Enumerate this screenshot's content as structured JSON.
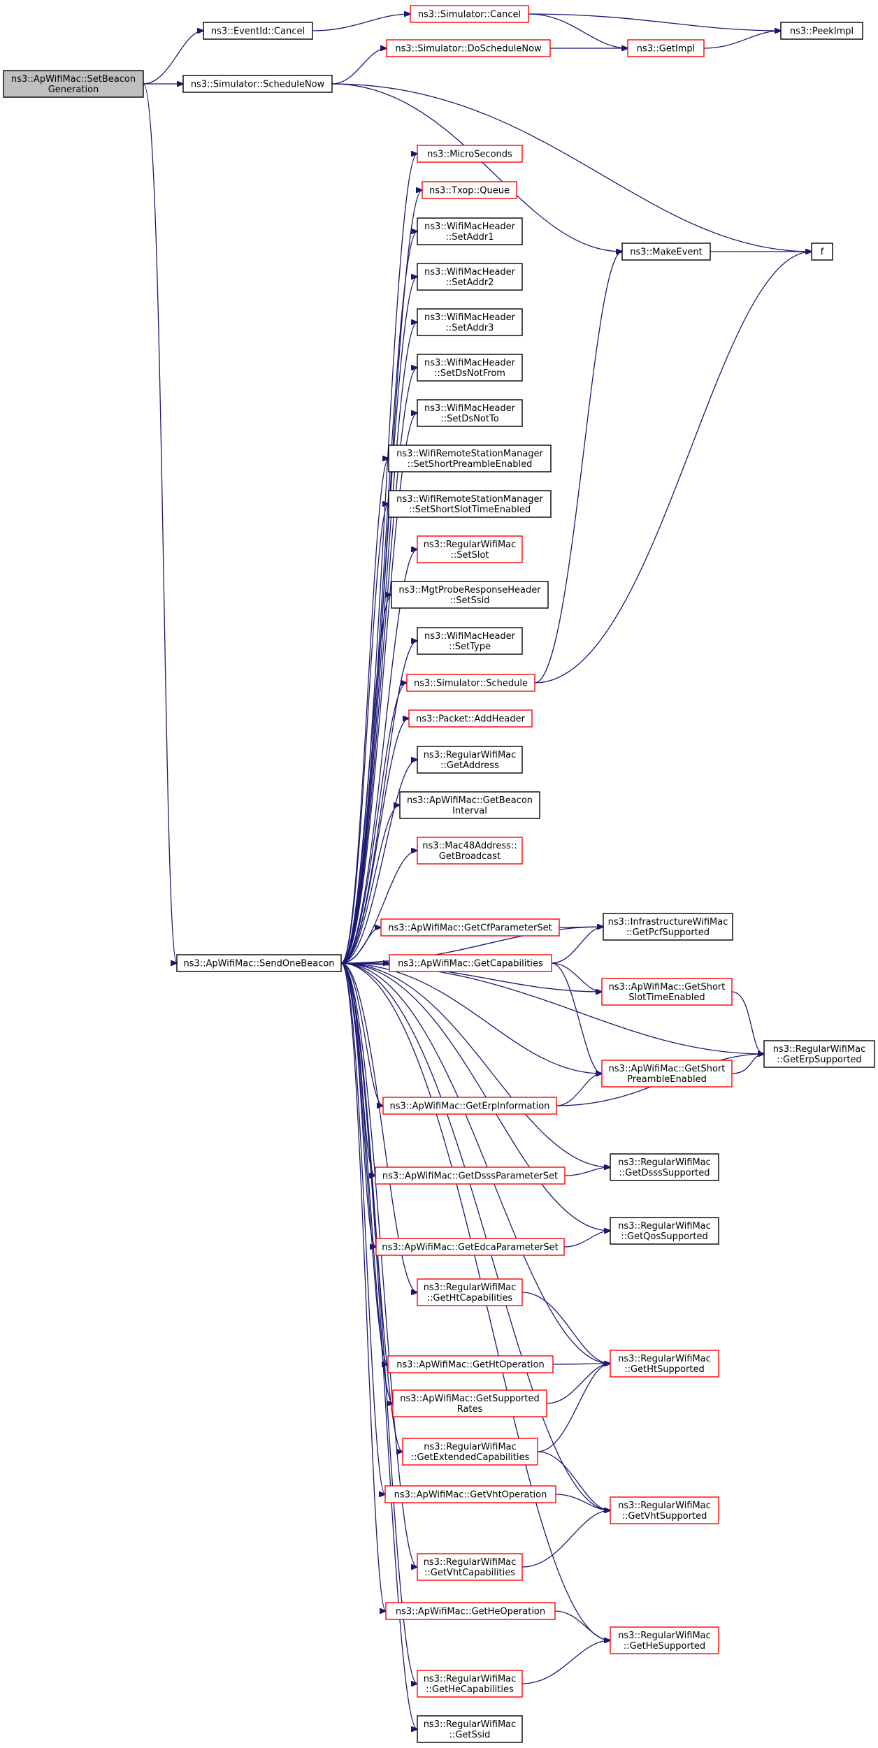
{
  "colors": {
    "edge": "#191970",
    "border_plain": "#000000",
    "border_incomplete": "#ff0000",
    "root_fill": "#bfbfbf"
  },
  "nodes": [
    {
      "id": "setbeacon",
      "lines": [
        "ns3::ApWifiMac::SetBeacon",
        "Generation"
      ],
      "style": "root"
    },
    {
      "id": "eventid_cancel",
      "lines": [
        "ns3::EventId::Cancel"
      ],
      "style": "black"
    },
    {
      "id": "sim_cancel",
      "lines": [
        "ns3::Simulator::Cancel"
      ],
      "style": "red"
    },
    {
      "id": "peekimpl",
      "lines": [
        "ns3::PeekImpl"
      ],
      "style": "black"
    },
    {
      "id": "sim_doschedulenow",
      "lines": [
        "ns3::Simulator::DoScheduleNow"
      ],
      "style": "red"
    },
    {
      "id": "getimpl",
      "lines": [
        "ns3::GetImpl"
      ],
      "style": "red"
    },
    {
      "id": "sim_schedulenow",
      "lines": [
        "ns3::Simulator::ScheduleNow"
      ],
      "style": "black"
    },
    {
      "id": "makeevent",
      "lines": [
        "ns3::MakeEvent"
      ],
      "style": "black"
    },
    {
      "id": "f",
      "lines": [
        "f"
      ],
      "style": "black"
    },
    {
      "id": "microseconds",
      "lines": [
        "ns3::MicroSeconds"
      ],
      "style": "red"
    },
    {
      "id": "txop_queue",
      "lines": [
        "ns3::Txop::Queue"
      ],
      "style": "red"
    },
    {
      "id": "setaddr1",
      "lines": [
        "ns3::WifiMacHeader",
        "::SetAddr1"
      ],
      "style": "black"
    },
    {
      "id": "setaddr2",
      "lines": [
        "ns3::WifiMacHeader",
        "::SetAddr2"
      ],
      "style": "black"
    },
    {
      "id": "setaddr3",
      "lines": [
        "ns3::WifiMacHeader",
        "::SetAddr3"
      ],
      "style": "black"
    },
    {
      "id": "setdsnotfrom",
      "lines": [
        "ns3::WifiMacHeader",
        "::SetDsNotFrom"
      ],
      "style": "black"
    },
    {
      "id": "setdsnotto",
      "lines": [
        "ns3::WifiMacHeader",
        "::SetDsNotTo"
      ],
      "style": "black"
    },
    {
      "id": "setshortpreamble",
      "lines": [
        "ns3::WifiRemoteStationManager",
        "::SetShortPreambleEnabled"
      ],
      "style": "black"
    },
    {
      "id": "setshortslot",
      "lines": [
        "ns3::WifiRemoteStationManager",
        "::SetShortSlotTimeEnabled"
      ],
      "style": "black"
    },
    {
      "id": "setslot",
      "lines": [
        "ns3::RegularWifiMac",
        "::SetSlot"
      ],
      "style": "red"
    },
    {
      "id": "setssid",
      "lines": [
        "ns3::MgtProbeResponseHeader",
        "::SetSsid"
      ],
      "style": "black"
    },
    {
      "id": "settype",
      "lines": [
        "ns3::WifiMacHeader",
        "::SetType"
      ],
      "style": "black"
    },
    {
      "id": "sim_schedule",
      "lines": [
        "ns3::Simulator::Schedule"
      ],
      "style": "red"
    },
    {
      "id": "addheader",
      "lines": [
        "ns3::Packet::AddHeader"
      ],
      "style": "red"
    },
    {
      "id": "getaddress",
      "lines": [
        "ns3::RegularWifiMac",
        "::GetAddress"
      ],
      "style": "black"
    },
    {
      "id": "getbeaconinterval",
      "lines": [
        "ns3::ApWifiMac::GetBeacon",
        "Interval"
      ],
      "style": "black"
    },
    {
      "id": "getbroadcast",
      "lines": [
        "ns3::Mac48Address::",
        "GetBroadcast"
      ],
      "style": "red"
    },
    {
      "id": "getcfparam",
      "lines": [
        "ns3::ApWifiMac::GetCfParameterSet"
      ],
      "style": "red"
    },
    {
      "id": "getpcfsupported",
      "lines": [
        "ns3::InfrastructureWifiMac",
        "::GetPcfSupported"
      ],
      "style": "black"
    },
    {
      "id": "sendonebeacon",
      "lines": [
        "ns3::ApWifiMac::SendOneBeacon"
      ],
      "style": "black"
    },
    {
      "id": "getcapabilities",
      "lines": [
        "ns3::ApWifiMac::GetCapabilities"
      ],
      "style": "red"
    },
    {
      "id": "getshortslot",
      "lines": [
        "ns3::ApWifiMac::GetShort",
        "SlotTimeEnabled"
      ],
      "style": "red"
    },
    {
      "id": "geterpsupported",
      "lines": [
        "ns3::RegularWifiMac",
        "::GetErpSupported"
      ],
      "style": "black"
    },
    {
      "id": "getshortpreamble",
      "lines": [
        "ns3::ApWifiMac::GetShort",
        "PreambleEnabled"
      ],
      "style": "red"
    },
    {
      "id": "geterpinfo",
      "lines": [
        "ns3::ApWifiMac::GetErpInformation"
      ],
      "style": "red"
    },
    {
      "id": "getdsssparam",
      "lines": [
        "ns3::ApWifiMac::GetDsssParameterSet"
      ],
      "style": "red"
    },
    {
      "id": "getdssssupported",
      "lines": [
        "ns3::RegularWifiMac",
        "::GetDsssSupported"
      ],
      "style": "black"
    },
    {
      "id": "getedcaparam",
      "lines": [
        "ns3::ApWifiMac::GetEdcaParameterSet"
      ],
      "style": "red"
    },
    {
      "id": "getqossupported",
      "lines": [
        "ns3::RegularWifiMac",
        "::GetQosSupported"
      ],
      "style": "black"
    },
    {
      "id": "gethtcap",
      "lines": [
        "ns3::RegularWifiMac",
        "::GetHtCapabilities"
      ],
      "style": "red"
    },
    {
      "id": "gethtoperation",
      "lines": [
        "ns3::ApWifiMac::GetHtOperation"
      ],
      "style": "red"
    },
    {
      "id": "gethtsupported",
      "lines": [
        "ns3::RegularWifiMac",
        "::GetHtSupported"
      ],
      "style": "red"
    },
    {
      "id": "getsupportedrates",
      "lines": [
        "ns3::ApWifiMac::GetSupported",
        "Rates"
      ],
      "style": "red"
    },
    {
      "id": "getextcap",
      "lines": [
        "ns3::RegularWifiMac",
        "::GetExtendedCapabilities"
      ],
      "style": "red"
    },
    {
      "id": "getvhtoperation",
      "lines": [
        "ns3::ApWifiMac::GetVhtOperation"
      ],
      "style": "red"
    },
    {
      "id": "getvhtsupported",
      "lines": [
        "ns3::RegularWifiMac",
        "::GetVhtSupported"
      ],
      "style": "red"
    },
    {
      "id": "getvhtcap",
      "lines": [
        "ns3::RegularWifiMac",
        "::GetVhtCapabilities"
      ],
      "style": "red"
    },
    {
      "id": "getheoperation",
      "lines": [
        "ns3::ApWifiMac::GetHeOperation"
      ],
      "style": "red"
    },
    {
      "id": "gethesupported",
      "lines": [
        "ns3::RegularWifiMac",
        "::GetHeSupported"
      ],
      "style": "red"
    },
    {
      "id": "gethecap",
      "lines": [
        "ns3::RegularWifiMac",
        "::GetHeCapabilities"
      ],
      "style": "red"
    },
    {
      "id": "getssid",
      "lines": [
        "ns3::RegularWifiMac",
        "::GetSsid"
      ],
      "style": "black"
    }
  ],
  "edges": [
    [
      "setbeacon",
      "eventid_cancel"
    ],
    [
      "setbeacon",
      "sim_schedulenow"
    ],
    [
      "setbeacon",
      "sendonebeacon"
    ],
    [
      "eventid_cancel",
      "sim_cancel"
    ],
    [
      "sim_cancel",
      "peekimpl"
    ],
    [
      "sim_cancel",
      "getimpl"
    ],
    [
      "sim_doschedulenow",
      "getimpl"
    ],
    [
      "getimpl",
      "peekimpl"
    ],
    [
      "sim_schedulenow",
      "sim_doschedulenow"
    ],
    [
      "sim_schedulenow",
      "makeevent"
    ],
    [
      "sim_schedulenow",
      "f"
    ],
    [
      "makeevent",
      "f"
    ],
    [
      "sim_schedule",
      "makeevent"
    ],
    [
      "sim_schedule",
      "f"
    ],
    [
      "sendonebeacon",
      "microseconds"
    ],
    [
      "sendonebeacon",
      "txop_queue"
    ],
    [
      "sendonebeacon",
      "setaddr1"
    ],
    [
      "sendonebeacon",
      "setaddr2"
    ],
    [
      "sendonebeacon",
      "setaddr3"
    ],
    [
      "sendonebeacon",
      "setdsnotfrom"
    ],
    [
      "sendonebeacon",
      "setdsnotto"
    ],
    [
      "sendonebeacon",
      "setshortpreamble"
    ],
    [
      "sendonebeacon",
      "setshortslot"
    ],
    [
      "sendonebeacon",
      "setslot"
    ],
    [
      "sendonebeacon",
      "setssid"
    ],
    [
      "sendonebeacon",
      "settype"
    ],
    [
      "sendonebeacon",
      "sim_schedule"
    ],
    [
      "sendonebeacon",
      "addheader"
    ],
    [
      "sendonebeacon",
      "getaddress"
    ],
    [
      "sendonebeacon",
      "getbeaconinterval"
    ],
    [
      "sendonebeacon",
      "getbroadcast"
    ],
    [
      "sendonebeacon",
      "getcfparam"
    ],
    [
      "sendonebeacon",
      "getpcfsupported"
    ],
    [
      "sendonebeacon",
      "getcapabilities"
    ],
    [
      "sendonebeacon",
      "getshortslot"
    ],
    [
      "sendonebeacon",
      "geterpsupported"
    ],
    [
      "sendonebeacon",
      "getshortpreamble"
    ],
    [
      "sendonebeacon",
      "geterpinfo"
    ],
    [
      "sendonebeacon",
      "getdssssupported"
    ],
    [
      "sendonebeacon",
      "getdsssparam"
    ],
    [
      "sendonebeacon",
      "getqossupported"
    ],
    [
      "sendonebeacon",
      "getedcaparam"
    ],
    [
      "sendonebeacon",
      "gethtsupported"
    ],
    [
      "sendonebeacon",
      "gethtcap"
    ],
    [
      "sendonebeacon",
      "gethtoperation"
    ],
    [
      "sendonebeacon",
      "getsupportedrates"
    ],
    [
      "sendonebeacon",
      "getextcap"
    ],
    [
      "sendonebeacon",
      "getvhtoperation"
    ],
    [
      "sendonebeacon",
      "getvhtsupported"
    ],
    [
      "sendonebeacon",
      "getvhtcap"
    ],
    [
      "sendonebeacon",
      "getheoperation"
    ],
    [
      "sendonebeacon",
      "gethesupported"
    ],
    [
      "sendonebeacon",
      "gethecap"
    ],
    [
      "sendonebeacon",
      "getssid"
    ],
    [
      "getcfparam",
      "getpcfsupported"
    ],
    [
      "getcapabilities",
      "getpcfsupported"
    ],
    [
      "getcapabilities",
      "getshortslot"
    ],
    [
      "getcapabilities",
      "getshortpreamble"
    ],
    [
      "getshortslot",
      "geterpsupported"
    ],
    [
      "getshortpreamble",
      "geterpsupported"
    ],
    [
      "geterpinfo",
      "getshortpreamble"
    ],
    [
      "geterpinfo",
      "geterpsupported"
    ],
    [
      "getdsssparam",
      "getdssssupported"
    ],
    [
      "getedcaparam",
      "getqossupported"
    ],
    [
      "gethtcap",
      "gethtsupported"
    ],
    [
      "gethtoperation",
      "gethtsupported"
    ],
    [
      "getsupportedrates",
      "gethtsupported"
    ],
    [
      "getextcap",
      "gethtsupported"
    ],
    [
      "getextcap",
      "getvhtsupported"
    ],
    [
      "getvhtoperation",
      "getvhtsupported"
    ],
    [
      "getvhtcap",
      "getvhtsupported"
    ],
    [
      "getheoperation",
      "gethesupported"
    ],
    [
      "gethecap",
      "gethesupported"
    ]
  ]
}
